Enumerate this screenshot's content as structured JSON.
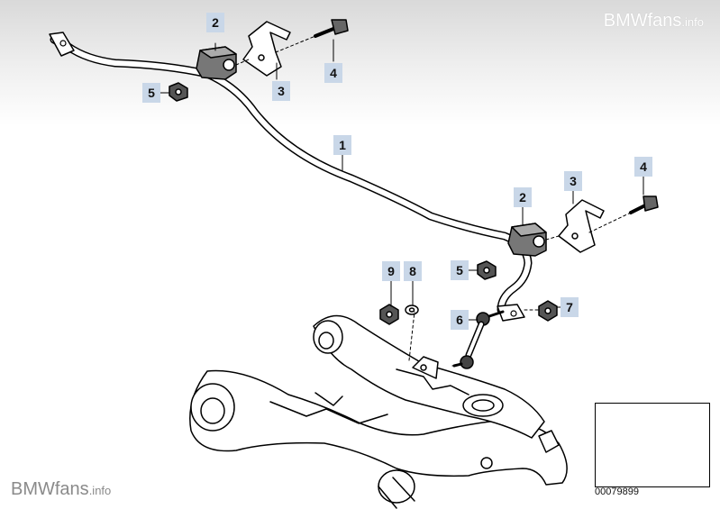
{
  "watermark": {
    "brand": "BMWfans",
    "suffix": ".info"
  },
  "callouts": [
    {
      "id": "c2a",
      "label": "2"
    },
    {
      "id": "c3a",
      "label": "3"
    },
    {
      "id": "c4a",
      "label": "4"
    },
    {
      "id": "c5a",
      "label": "5"
    },
    {
      "id": "c1",
      "label": "1"
    },
    {
      "id": "c4b",
      "label": "4"
    },
    {
      "id": "c3b",
      "label": "3"
    },
    {
      "id": "c2b",
      "label": "2"
    },
    {
      "id": "c9",
      "label": "9"
    },
    {
      "id": "c8",
      "label": "8"
    },
    {
      "id": "c5b",
      "label": "5"
    },
    {
      "id": "c6",
      "label": "6"
    },
    {
      "id": "c7",
      "label": "7"
    }
  ],
  "diagram_code": "00079899",
  "colors": {
    "callout_bg": "#c9d7e8",
    "line": "#000000"
  }
}
